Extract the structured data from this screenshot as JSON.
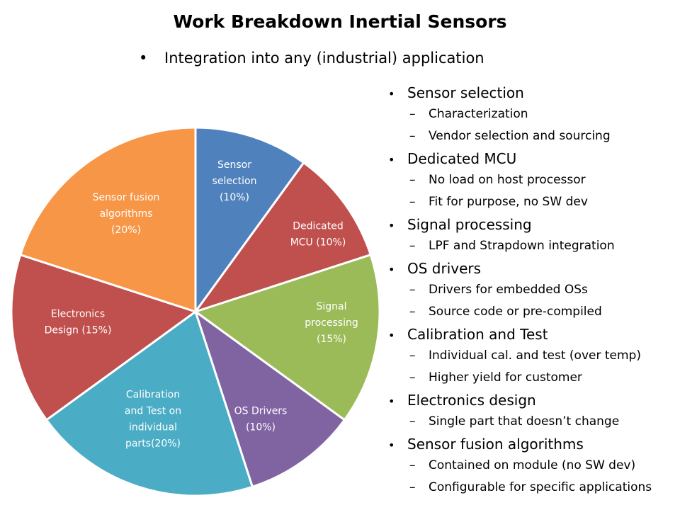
{
  "title": "Work Breakdown Inertial Sensors",
  "subtitle": "Integration into any (industrial) application",
  "bullet": "•",
  "dash": "–",
  "chart_data": {
    "type": "pie",
    "slices": [
      {
        "label_lines": [
          "Sensor",
          "selection",
          "(10%)"
        ],
        "value": 10,
        "color": "#4f81bd"
      },
      {
        "label_lines": [
          "Dedicated",
          "MCU (10%)"
        ],
        "value": 10,
        "color": "#c0504d"
      },
      {
        "label_lines": [
          "Signal",
          "processing",
          "(15%)"
        ],
        "value": 15,
        "color": "#9bbb59"
      },
      {
        "label_lines": [
          "OS Drivers",
          "(10%)"
        ],
        "value": 10,
        "color": "#8064a2"
      },
      {
        "label_lines": [
          "Calibration",
          "and Test on",
          "individual",
          "parts(20%)"
        ],
        "value": 20,
        "color": "#4bacc6"
      },
      {
        "label_lines": [
          "Electronics",
          "Design (15%)"
        ],
        "value": 15,
        "color": "#c0504d"
      },
      {
        "label_lines": [
          "Sensor fusion",
          "algorithms",
          "(20%)"
        ],
        "value": 20,
        "color": "#f79646"
      }
    ]
  },
  "list": [
    {
      "level": 1,
      "text": "Sensor selection"
    },
    {
      "level": 2,
      "text": "Characterization"
    },
    {
      "level": 2,
      "text": "Vendor selection and sourcing"
    },
    {
      "level": 1,
      "text": "Dedicated MCU"
    },
    {
      "level": 2,
      "text": "No load on host processor"
    },
    {
      "level": 2,
      "text": "Fit for purpose, no SW dev"
    },
    {
      "level": 1,
      "text": "Signal processing"
    },
    {
      "level": 2,
      "text": "LPF and Strapdown integration"
    },
    {
      "level": 1,
      "text": "OS drivers"
    },
    {
      "level": 2,
      "text": "Drivers for embedded OSs"
    },
    {
      "level": 2,
      "text": "Source code or pre-compiled"
    },
    {
      "level": 1,
      "text": "Calibration and Test"
    },
    {
      "level": 2,
      "text": "Individual cal. and test (over temp)"
    },
    {
      "level": 2,
      "text": "Higher yield for customer"
    },
    {
      "level": 1,
      "text": "Electronics design"
    },
    {
      "level": 2,
      "text": "Single part that doesn’t change"
    },
    {
      "level": 1,
      "text": "Sensor fusion algorithms"
    },
    {
      "level": 2,
      "text": "Contained on module (no SW dev)"
    },
    {
      "level": 2,
      "text": "Configurable for specific applications"
    }
  ]
}
